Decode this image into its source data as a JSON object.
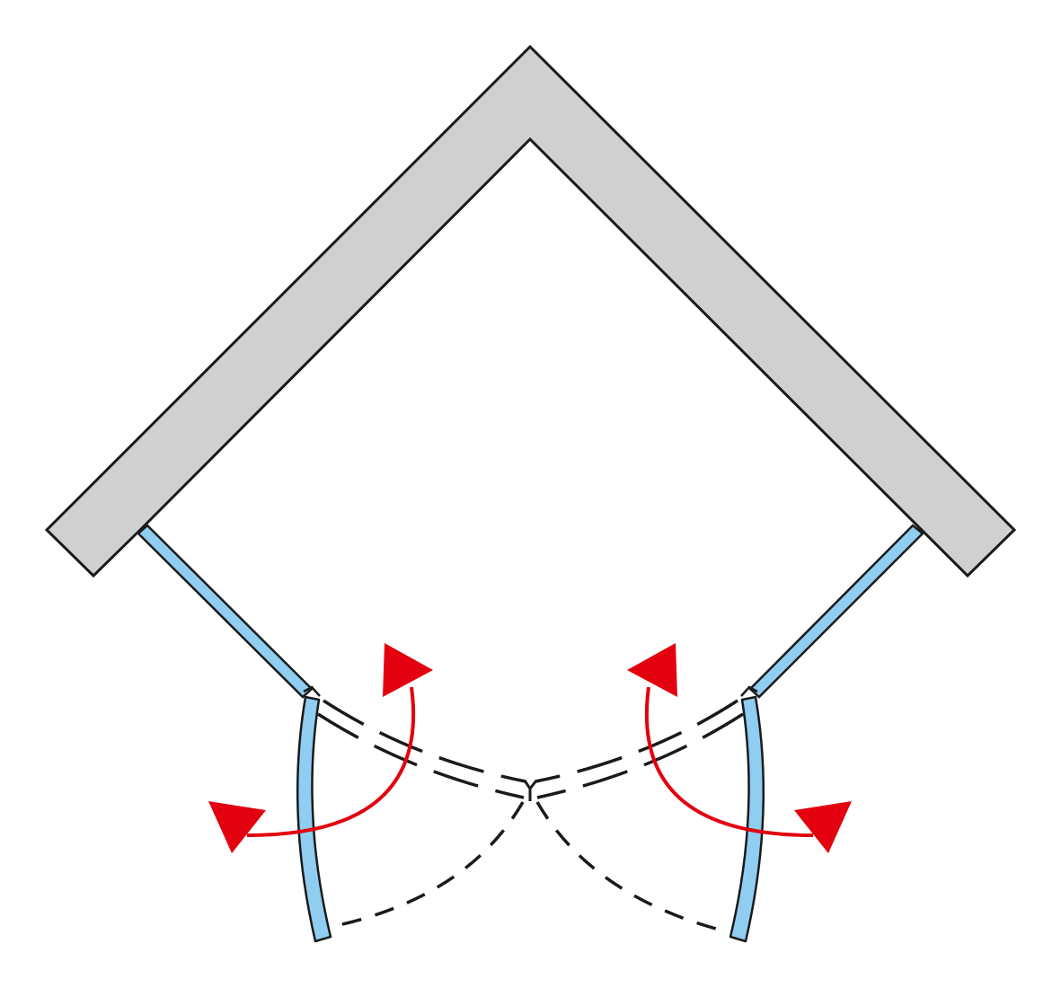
{
  "diagram": {
    "type": "shower-enclosure-plan",
    "description_visible_text": [],
    "colors": {
      "wall_fill": "#d0d0d0",
      "glass_fill": "#8fcdf1",
      "arrow": "#e3000f",
      "outline": "#1a1a1a"
    },
    "elements": [
      {
        "name": "corner-wall",
        "kind": "wall"
      },
      {
        "name": "left-fixed-glass-panel",
        "kind": "fixed-panel"
      },
      {
        "name": "right-fixed-glass-panel",
        "kind": "fixed-panel"
      },
      {
        "name": "left-door-open-outward",
        "kind": "door-leaf"
      },
      {
        "name": "right-door-open-outward",
        "kind": "door-leaf"
      },
      {
        "name": "left-door-closed-position",
        "kind": "door-ghost"
      },
      {
        "name": "right-door-closed-position",
        "kind": "door-ghost"
      },
      {
        "name": "left-door-swing-path",
        "kind": "swing-path"
      },
      {
        "name": "right-door-swing-path",
        "kind": "swing-path"
      },
      {
        "name": "left-swing-arrow",
        "kind": "two-way-arrow"
      },
      {
        "name": "right-swing-arrow",
        "kind": "two-way-arrow"
      }
    ]
  }
}
